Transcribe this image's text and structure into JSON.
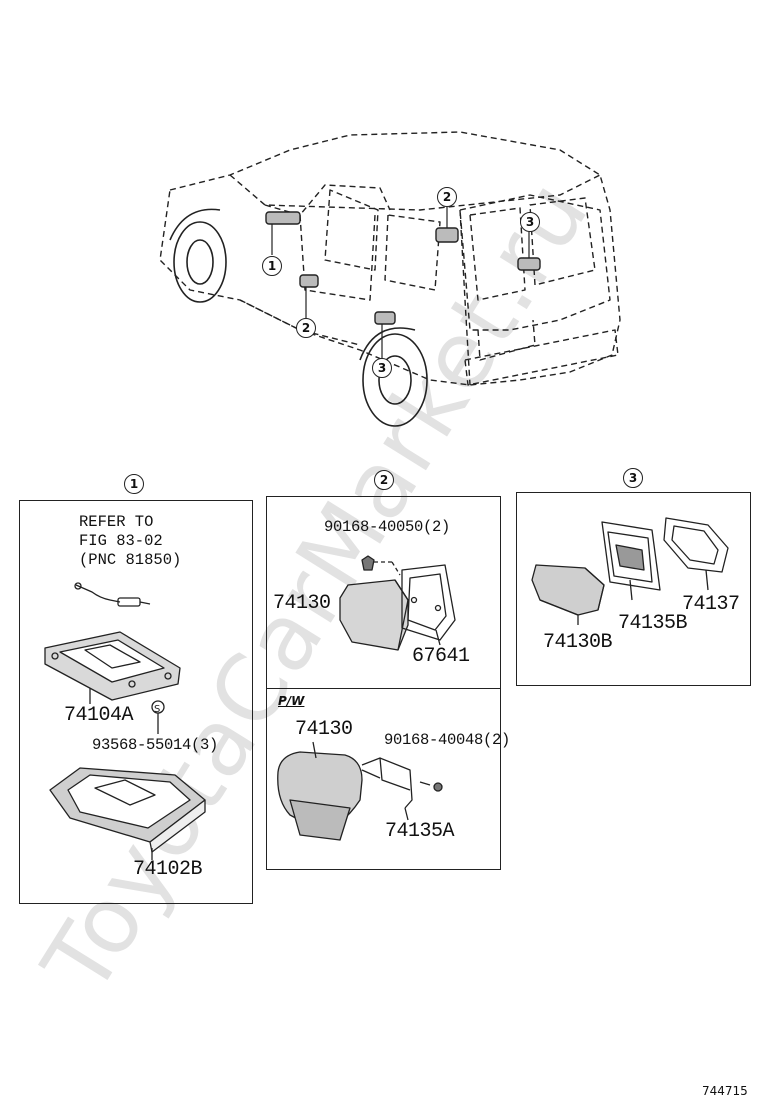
{
  "watermark": "ToyotaCarMarket.ru",
  "figure_id": "744715",
  "callouts": {
    "c1": "1",
    "c2": "2",
    "c3": "3"
  },
  "section1": {
    "ref_line1": "REFER TO",
    "ref_line2": "FIG 83-02",
    "ref_line3": "(PNC 81850)",
    "part_a": "74104A",
    "part_b": "93568-55014(3)",
    "part_c": "74102B"
  },
  "section2": {
    "bolt": "90168-40050(2)",
    "part_a": "74130",
    "part_b": "67641"
  },
  "section2pw": {
    "label": "P/W",
    "part_a": "74130",
    "bolt": "90168-40048(2)",
    "part_b": "74135A"
  },
  "section3": {
    "part_a": "74130B",
    "part_b": "74135B",
    "part_c": "74137"
  }
}
